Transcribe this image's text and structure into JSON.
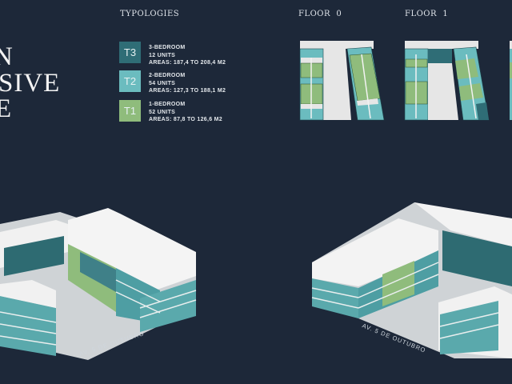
{
  "title_lines": [
    "N",
    "SIVE",
    "E"
  ],
  "typologies": {
    "heading": "TYPOLOGIES",
    "items": [
      {
        "code": "T3",
        "type": "3-BEDROOM",
        "units": "12 UNITS",
        "areas": "AREAS: 187,4 TO 208,4 M2",
        "color": "#2f6d76"
      },
      {
        "code": "T2",
        "type": "2-BEDROOM",
        "units": "54 UNITS",
        "areas": "AREAS: 127,3 TO 188,1 M2",
        "color": "#6bbcbf"
      },
      {
        "code": "T1",
        "type": "1-BEDROOM",
        "units": "52 UNITS",
        "areas": "AREAS: 87,8 TO 126,6 M2",
        "color": "#8fbc7c"
      }
    ]
  },
  "floors": [
    {
      "label": "FLOOR  0"
    },
    {
      "label": "FLOOR  1"
    }
  ],
  "street_label": "AV. 5 DE OUTUBRO",
  "colors": {
    "background": "#1d2839",
    "t3": "#2f6d76",
    "t2": "#6bbcbf",
    "t1": "#8fbc7c",
    "core": "#e6e6e6"
  }
}
